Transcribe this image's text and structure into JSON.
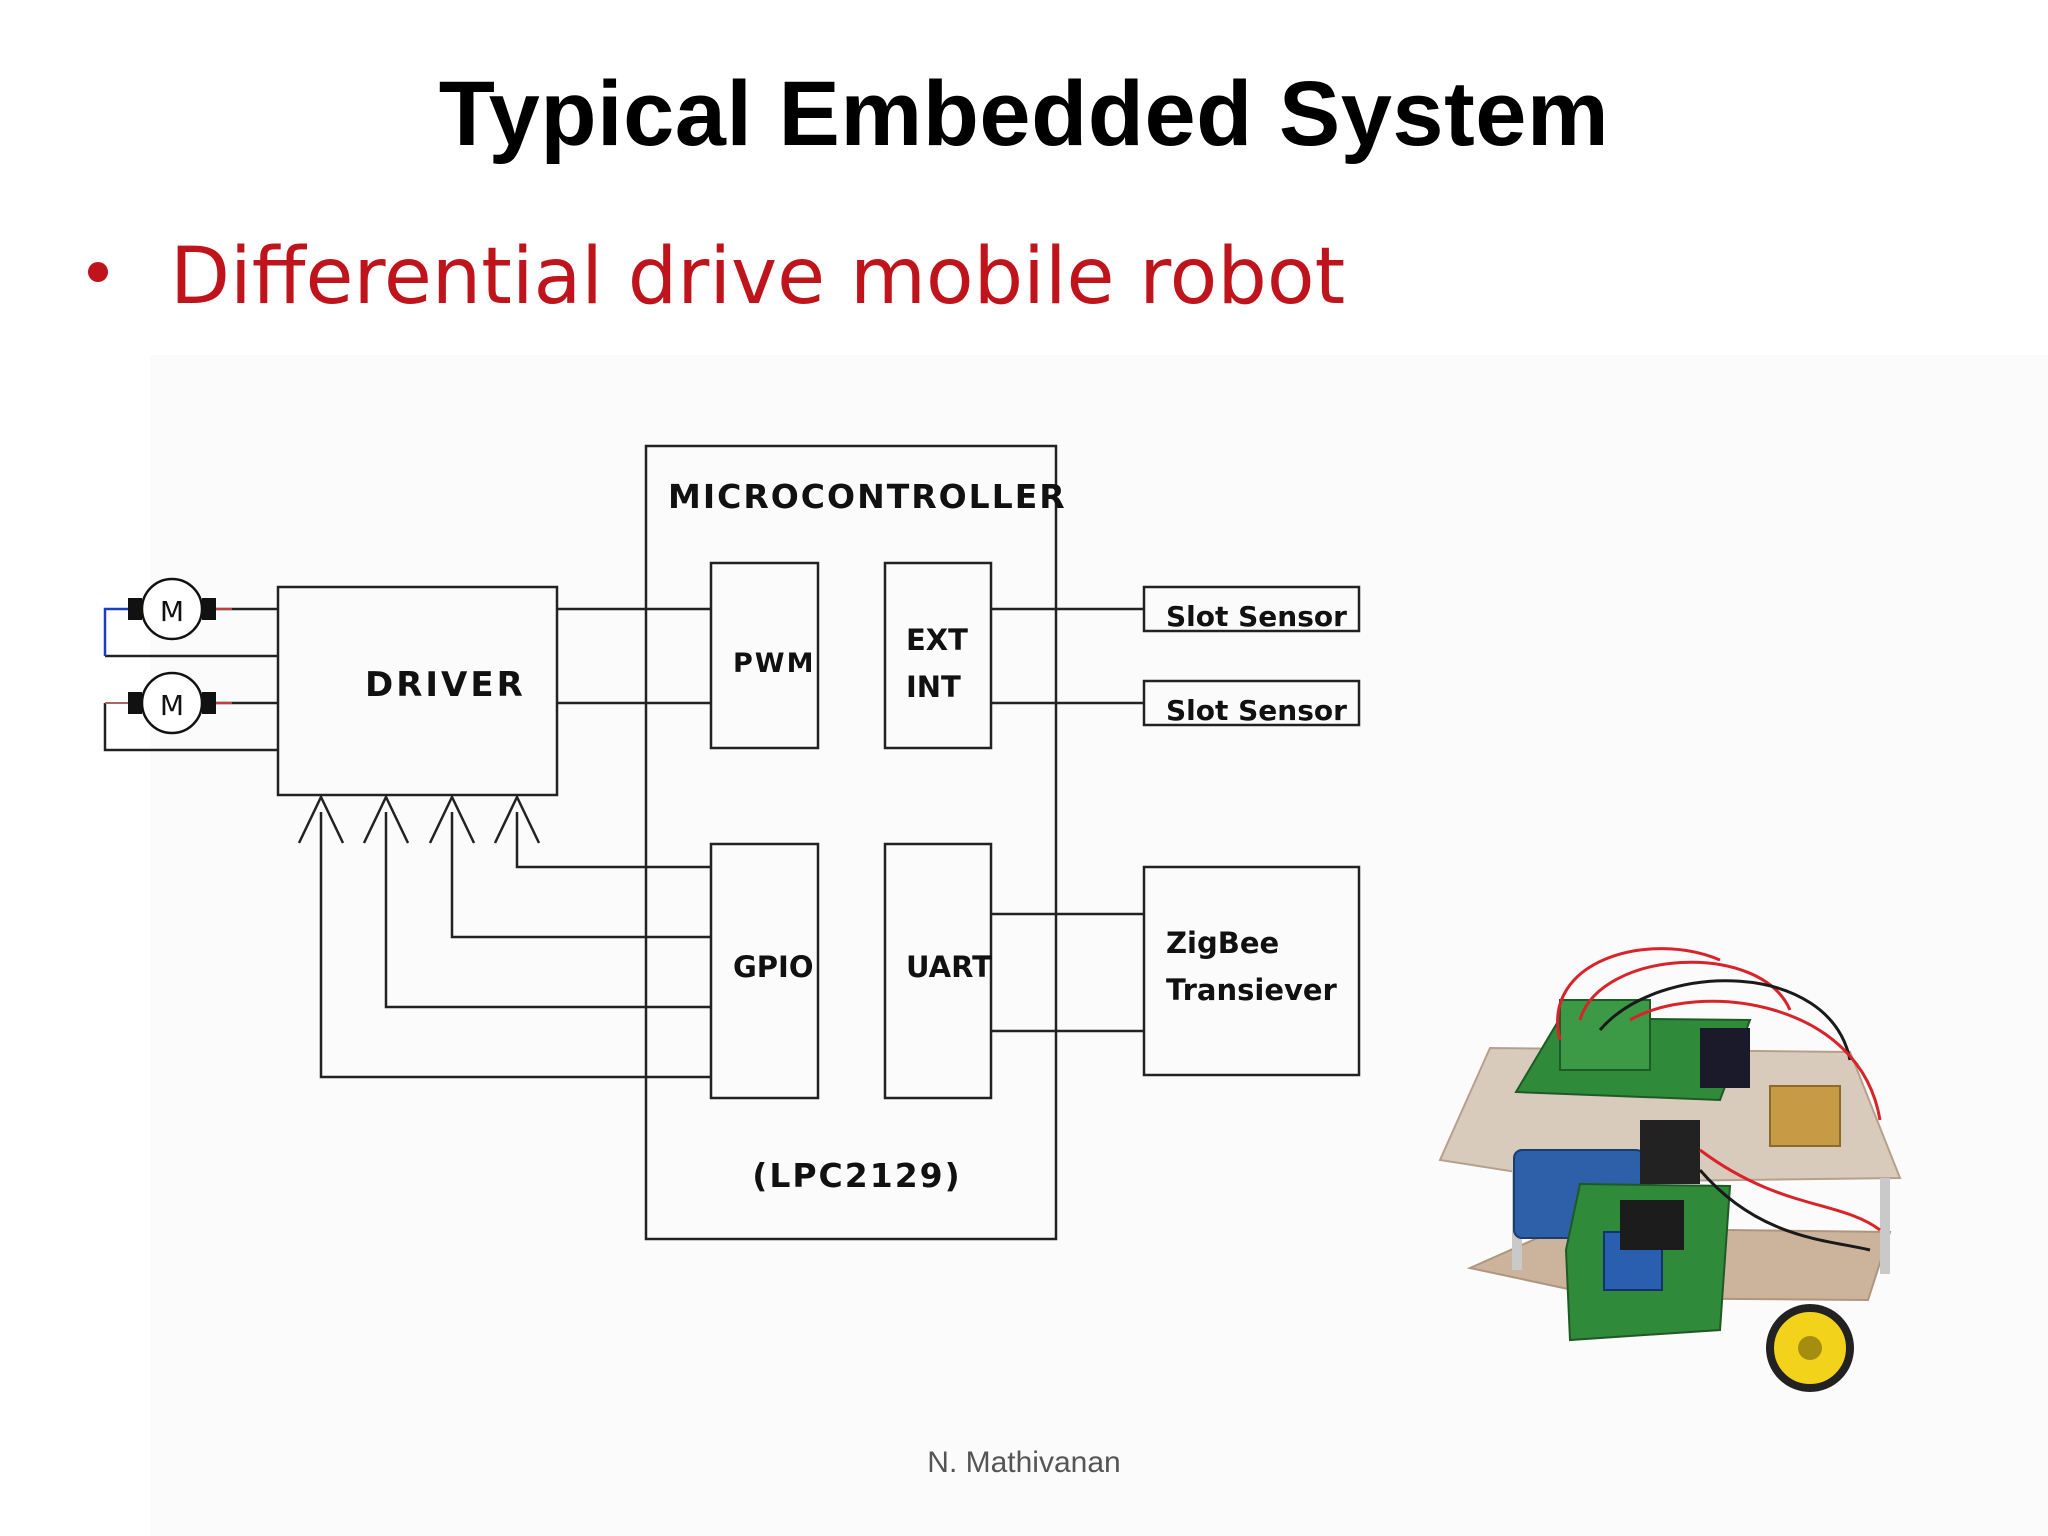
{
  "slide": {
    "title": "Typical Embedded System",
    "bullet": "Differential drive mobile robot",
    "footer": "N. Mathivanan"
  },
  "diagram": {
    "motor_label": "M",
    "driver": "DRIVER",
    "microcontroller": "MICROCONTROLLER",
    "mcu_part": "(LPC2129)",
    "pwm": "PWM",
    "ext_int_line1": "EXT",
    "ext_int_line2": "INT",
    "gpio": "GPIO",
    "uart": "UART",
    "slot_sensor_1": "Slot Sensor",
    "slot_sensor_2": "Slot Sensor",
    "zigbee_line1": "ZigBee",
    "zigbee_line2": "Transiever"
  },
  "colors": {
    "bullet_text": "#c0141c",
    "wire": "#222222",
    "motor_lead": "#1a3fbf"
  }
}
